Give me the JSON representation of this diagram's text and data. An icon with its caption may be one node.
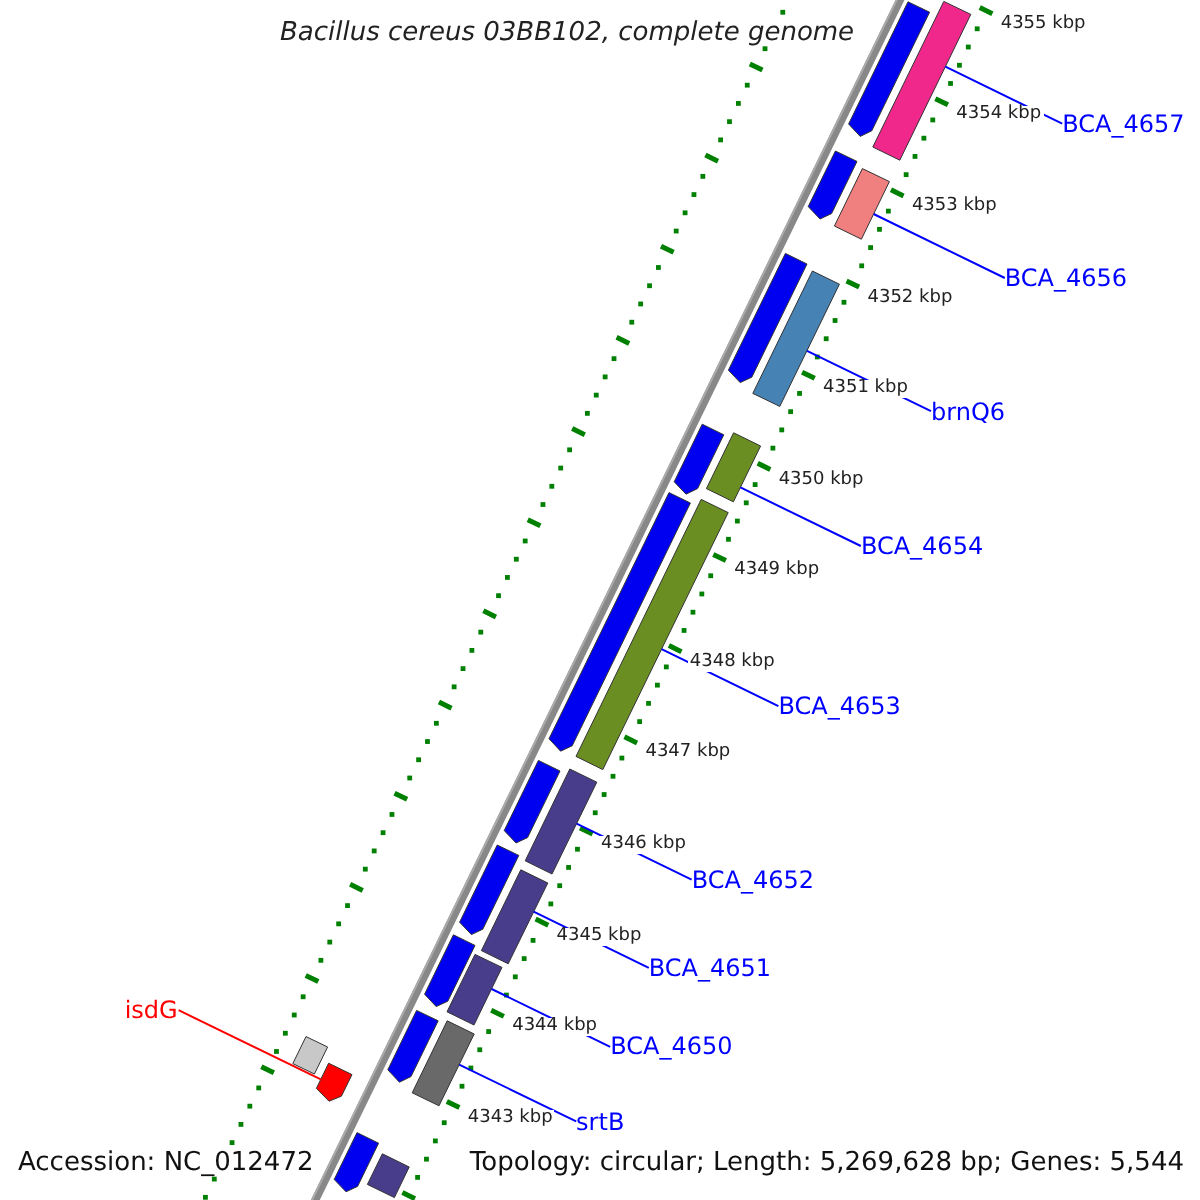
{
  "diagram": {
    "title": "Bacillus cereus 03BB102, complete genome",
    "nodes": [
      {
        "text": [
          "BCA_4657"
        ]
      },
      {
        "text": [
          "BCA_4656"
        ]
      },
      {
        "text": [
          "brnQ6"
        ]
      },
      {
        "text": [
          "BCA_4654"
        ]
      },
      {
        "text": [
          "BCA_4653"
        ]
      },
      {
        "text": [
          "BCA_4652"
        ]
      },
      {
        "text": [
          "BCA_4651"
        ]
      },
      {
        "text": [
          "isdG"
        ]
      },
      {
        "text": [
          "BCA_4650"
        ]
      },
      {
        "text": [
          "srtB"
        ]
      },
      {
        "text": [],
        "shape": "bar"
      },
      {
        "text": [],
        "shape": "bar"
      },
      {
        "text": [],
        "shape": "bar"
      },
      {
        "text": [],
        "shape": "bar"
      },
      {
        "text": [],
        "shape": "bar"
      },
      {
        "text": [],
        "shape": "bar"
      },
      {
        "text": [],
        "shape": "bar"
      },
      {
        "text": [],
        "shape": "bar"
      },
      {
        "text": [],
        "shape": "bar"
      },
      {
        "text": [],
        "shape": "bar"
      },
      {
        "text": [],
        "shape": "bar"
      },
      {
        "text": [],
        "shape": "bar"
      },
      {
        "text": [],
        "shape": "bar"
      },
      {
        "text": [],
        "shape": "bar"
      },
      {
        "text": [],
        "shape": "bar"
      },
      {
        "text": [],
        "shape": "bar"
      },
      {
        "text": [],
        "shape": "bar"
      },
      {
        "text": [],
        "shape": "bar"
      },
      {
        "text": [],
        "shape": "bar"
      },
      {
        "text": [],
        "shape": "bar"
      },
      {
        "text": [],
        "shape": "bar"
      },
      {
        "text": [],
        "shape": "bar"
      }
    ],
    "edges": [
      {
        "from": 0,
        "to": 10,
        "arrow": "none"
      },
      {
        "from": 1,
        "to": 11,
        "arrow": "none"
      },
      {
        "from": 2,
        "to": 12,
        "arrow": "none"
      },
      {
        "from": 3,
        "to": 13,
        "arrow": "none"
      },
      {
        "from": 4,
        "to": 14,
        "arrow": "none"
      },
      {
        "from": 5,
        "to": 15,
        "arrow": "none"
      },
      {
        "from": 6,
        "to": 16,
        "arrow": "none"
      },
      {
        "from": 7,
        "to": 18,
        "arrow": "none",
        "color": "#ff0000"
      },
      {
        "from": 8,
        "to": 17,
        "arrow": "none"
      },
      {
        "from": 9,
        "to": 19,
        "arrow": "none"
      }
    ],
    "labels": [
      "4355 kbp",
      "4354 kbp",
      "4353 kbp",
      "4352 kbp",
      "4351 kbp",
      "4350 kbp",
      "4349 kbp",
      "4348 kbp",
      "4347 kbp",
      "4346 kbp",
      "4345 kbp",
      "4344 kbp",
      "4343 kbp",
      "Accession: NC_012472",
      "Topology: circular; Length: 5,269,628 bp; Genes: 5,544"
    ]
  }
}
